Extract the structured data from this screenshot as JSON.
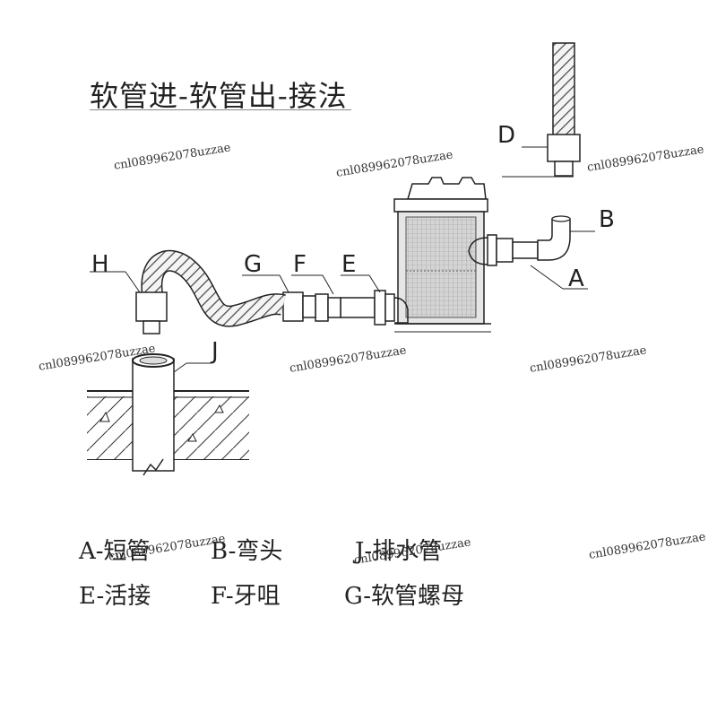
{
  "title": "软管进-软管出-接法",
  "labels": {
    "A": "A",
    "B": "B",
    "D": "D",
    "E": "E",
    "F": "F",
    "G": "G",
    "H": "H",
    "J": "J"
  },
  "legend": {
    "row1": [
      "A-短管",
      "B-弯头",
      "J-排水管"
    ],
    "row2": [
      "E-活接",
      "F-牙咀",
      "G-软管螺母"
    ]
  },
  "watermark": "cnl089962078uzzae",
  "colors": {
    "line": "#222222",
    "hatch": "#555555",
    "tank_fill": "#d9d9d9"
  }
}
